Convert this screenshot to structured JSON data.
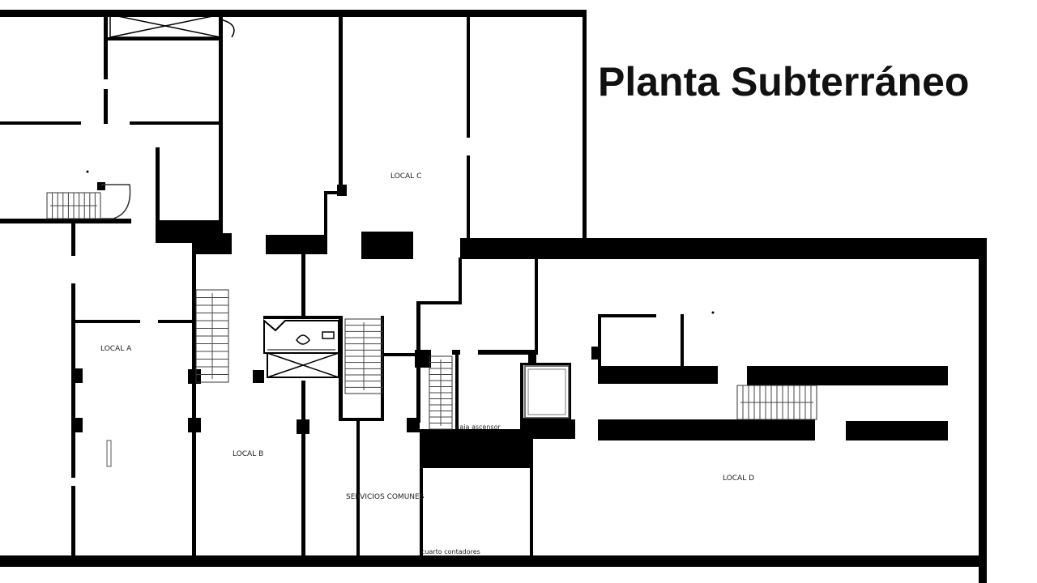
{
  "title": "Planta Subterráneo",
  "labels": {
    "local_a": "LOCAL A",
    "local_b": "LOCAL B",
    "local_c": "LOCAL C",
    "local_d": "LOCAL D",
    "servicios_comunes": "SERVICIOS COMUNES",
    "caja_ascensor": "caja ascensor",
    "cuarto_contadores": "cuarto contadores"
  },
  "colors": {
    "wall": "#000000",
    "background": "#ffffff",
    "stair_line": "#555555"
  }
}
